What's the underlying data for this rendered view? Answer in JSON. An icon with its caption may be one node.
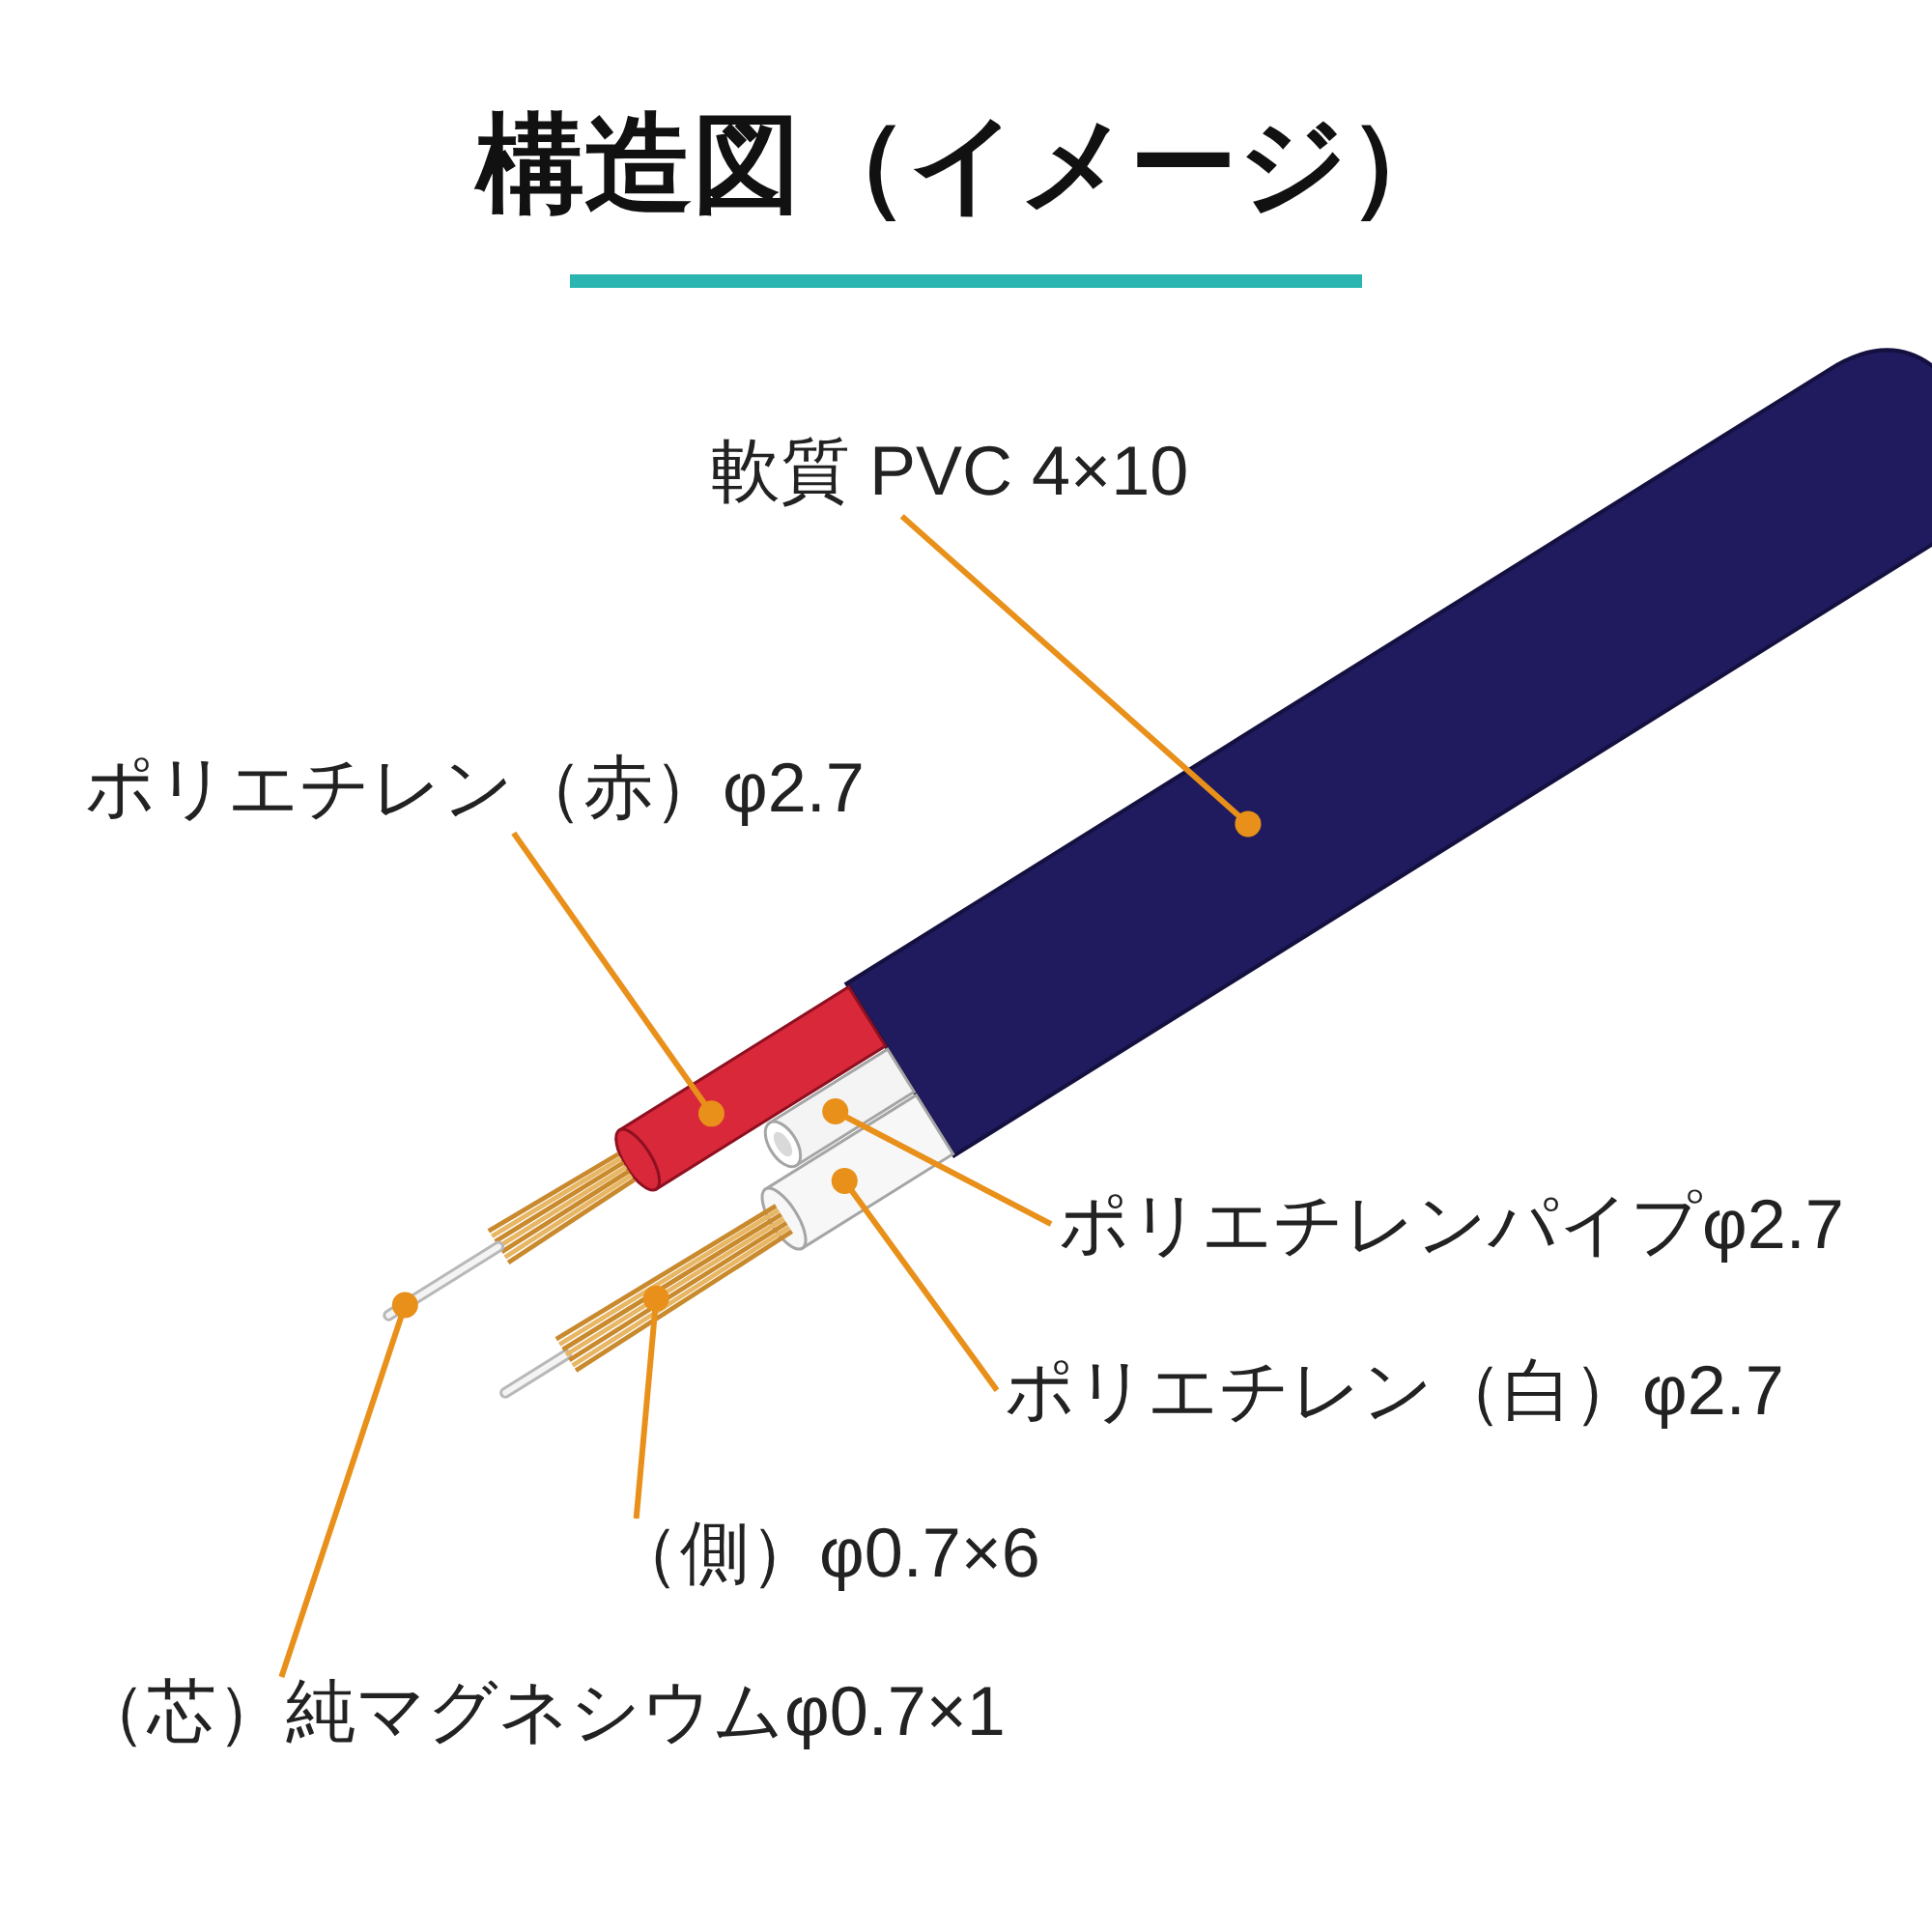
{
  "diagram": {
    "title": "構造図（イメージ）",
    "nodes": [
      {
        "text": [
          "軟質 PVC 4×10"
        ]
      },
      {
        "text": [
          "ポリエチレン（赤）φ2.7"
        ]
      },
      {
        "text": [
          "ポリエチレンパイプφ2.7"
        ]
      },
      {
        "text": [
          "ポリエチレン（白）φ2.7"
        ]
      },
      {
        "text": [
          "（側）φ0.7×6"
        ]
      },
      {
        "text": [
          "（芯）純マグネシウムφ0.7×1"
        ]
      },
      {
        "text": [],
        "shape": "bar"
      },
      {
        "text": [],
        "shape": "cylinder"
      },
      {
        "text": [],
        "shape": "cylinder"
      },
      {
        "text": [],
        "shape": "cylinder"
      },
      {
        "text": [],
        "shape": "picture"
      },
      {
        "text": [],
        "shape": "picture"
      }
    ],
    "edges": [
      {
        "from": 0,
        "to": 6,
        "arrow": "other"
      },
      {
        "from": 1,
        "to": 7,
        "arrow": "other"
      },
      {
        "from": 2,
        "to": 8,
        "arrow": "other"
      },
      {
        "from": 3,
        "to": 9,
        "arrow": "other"
      },
      {
        "from": 4,
        "to": 10,
        "arrow": "other"
      },
      {
        "from": 5,
        "to": 11,
        "arrow": "other"
      }
    ]
  }
}
